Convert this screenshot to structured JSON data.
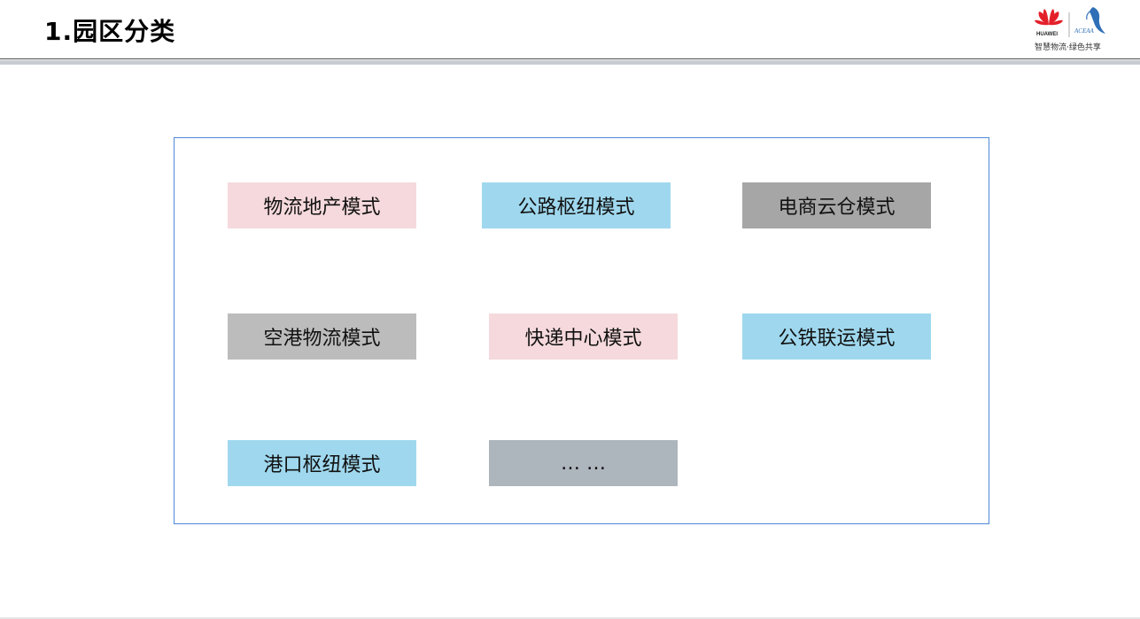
{
  "header": {
    "title": "1.园区分类",
    "logo_brand": "HUAWEI",
    "logo_mark": "ACEAA",
    "logo_slogan": "智慧物流·绿色共享"
  },
  "colors": {
    "pink": "#f5d9dc",
    "blue": "#9fd8ee",
    "dark_grey": "#a6a6a6",
    "light_grey": "#bcbcbc",
    "slate_grey": "#adb5bd",
    "frame_border": "#4f89d6",
    "huawei_red": "#e3202a"
  },
  "categories": [
    {
      "label": "物流地产模式",
      "color": "pink"
    },
    {
      "label": "公路枢纽模式",
      "color": "blue"
    },
    {
      "label": "电商云仓模式",
      "color": "dark_grey"
    },
    {
      "label": "空港物流模式",
      "color": "light_grey"
    },
    {
      "label": "快递中心模式",
      "color": "pink"
    },
    {
      "label": "公铁联运模式",
      "color": "blue"
    },
    {
      "label": "港口枢纽模式",
      "color": "blue"
    },
    {
      "label": "…  …",
      "color": "slate_grey"
    }
  ]
}
